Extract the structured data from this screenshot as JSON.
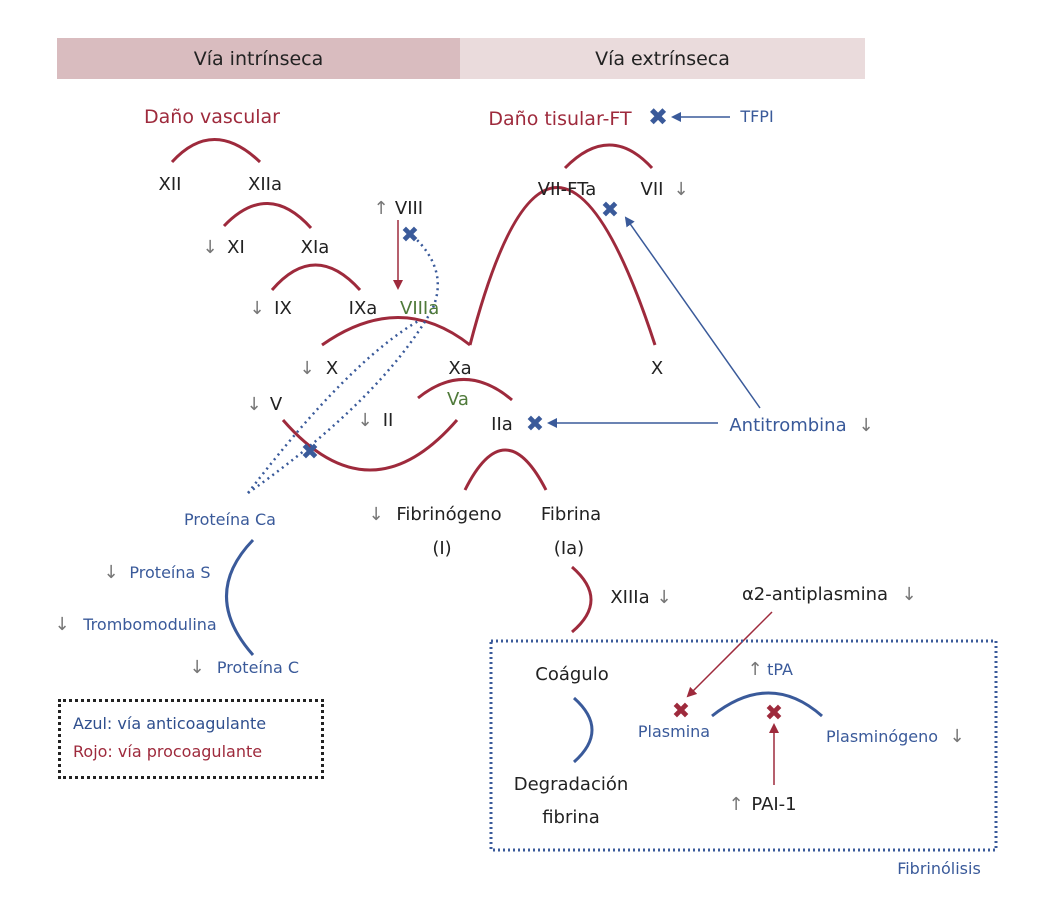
{
  "header": {
    "left": "Vía intrínseca",
    "right": "Vía extrínseca"
  },
  "colors": {
    "procoagulant": "#9e2a3c",
    "anticoagulant": "#3a5a9a",
    "cofactor": "#4f7a3a"
  },
  "labels": {
    "dano_vascular": "Daño vascular",
    "dano_tisular": "Daño tisular-FT",
    "tfpi": "TFPI",
    "xii": "XII",
    "xiia": "XIIa",
    "xi": "XI",
    "xia": "XIa",
    "viii": "VIII",
    "ix": "IX",
    "ixa": "IXa",
    "viiia": "VIIIa",
    "vii_fta": "VII-FTa",
    "vii": "VII",
    "x": "X",
    "xa": "Xa",
    "x_ext": "X",
    "v": "V",
    "ii": "II",
    "va": "Va",
    "iia": "IIa",
    "antitrombina": "Antitrombina",
    "fibrinogeno": "Fibrinógeno",
    "fibrinogeno_sub": "(I)",
    "fibrina": "Fibrina",
    "fibrina_sub": "(Ia)",
    "proteina_ca": "Proteína Ca",
    "proteina_s": "Proteína S",
    "trombomodulina": "Trombomodulina",
    "proteina_c": "Proteína C",
    "xiiia": "XIIIa",
    "antiplasmina": "α2-antiplasmina",
    "coagulo": "Coágulo",
    "degradacion": "Degradación",
    "degradacion_sub": "fibrina",
    "tpa": "tPA",
    "plasmina": "Plasmina",
    "plasminogeno": "Plasminógeno",
    "pai1": "PAI-1",
    "fibrinolisis": "Fibrinólisis"
  },
  "arrows": {
    "down": "↓",
    "up": "↑"
  },
  "legend": {
    "blue": "Azul: vía anticoagulante",
    "red": "Rojo: vía procoagulante"
  }
}
